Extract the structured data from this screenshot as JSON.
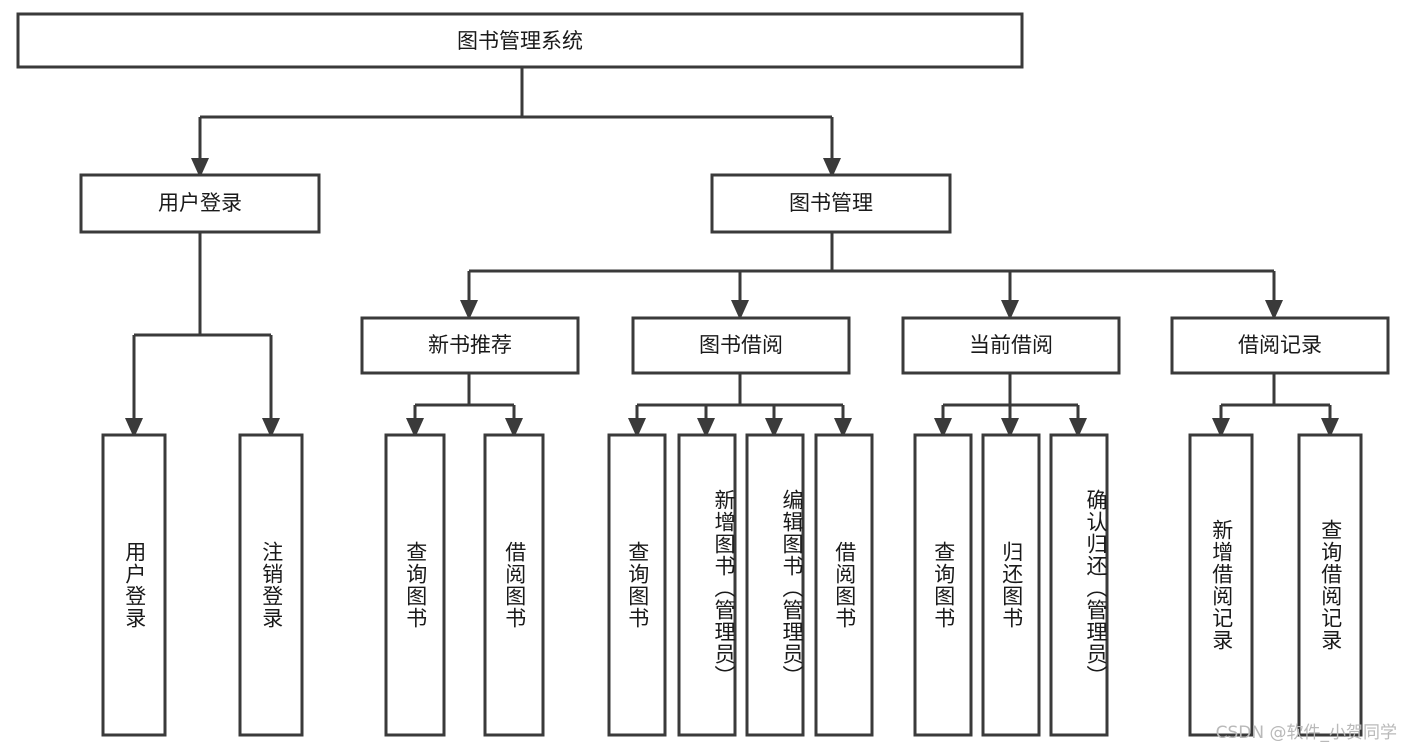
{
  "diagram": {
    "title": "图书管理系统",
    "type": "tree",
    "watermark": "CSDN @软件_小贺同学",
    "colors": {
      "box_stroke": "#3a3a3a",
      "box_fill": "#ffffff",
      "connector": "#3a3a3a",
      "text": "#1a1a1a",
      "watermark": "#b9b9b9",
      "background": "#ffffff"
    },
    "root": {
      "label": "图书管理系统"
    },
    "level2": [
      {
        "label": "用户登录"
      },
      {
        "label": "图书管理"
      }
    ],
    "level3": [
      {
        "label": "新书推荐"
      },
      {
        "label": "图书借阅"
      },
      {
        "label": "当前借阅"
      },
      {
        "label": "借阅记录"
      }
    ],
    "leaves": {
      "user_login": [
        {
          "label": "用户登录"
        },
        {
          "label": "注销登录"
        }
      ],
      "new_book_recommend": [
        {
          "label": "查询图书"
        },
        {
          "label": "借阅图书"
        }
      ],
      "book_borrow": [
        {
          "label": "查询图书"
        },
        {
          "label": "新增图书（管理员）"
        },
        {
          "label": "编辑图书（管理员）"
        },
        {
          "label": "借阅图书"
        }
      ],
      "current_borrow": [
        {
          "label": "查询图书"
        },
        {
          "label": "归还图书"
        },
        {
          "label": "确认归还（管理员）"
        }
      ],
      "borrow_records": [
        {
          "label": "新增借阅记录"
        },
        {
          "label": "查询借阅记录"
        }
      ]
    }
  }
}
